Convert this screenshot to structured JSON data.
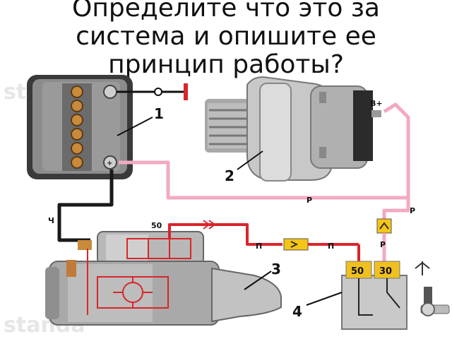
{
  "title": {
    "line1": "Определите что это за",
    "line2": "система и опишите ее",
    "line3": "принцип работы?"
  },
  "components": {
    "battery": "1",
    "generator": "2",
    "starter": "3",
    "relay": "4"
  },
  "terminals": {
    "b_plus": "В+",
    "t50": "50",
    "relay_50": "50",
    "relay_30": "30"
  },
  "wires": {
    "black": "Ч",
    "pink_1": "Р",
    "pink_2": "Р",
    "pink_3": "Р",
    "orange_1": "П",
    "orange_2": "П"
  },
  "watermark": "standa",
  "colors": {
    "pink_wire": "#f2a9c4",
    "red_wire": "#d9252b",
    "black_wire": "#1a1a1a",
    "relay_terminal": "#f0c020",
    "fuse": "#f5c518"
  }
}
